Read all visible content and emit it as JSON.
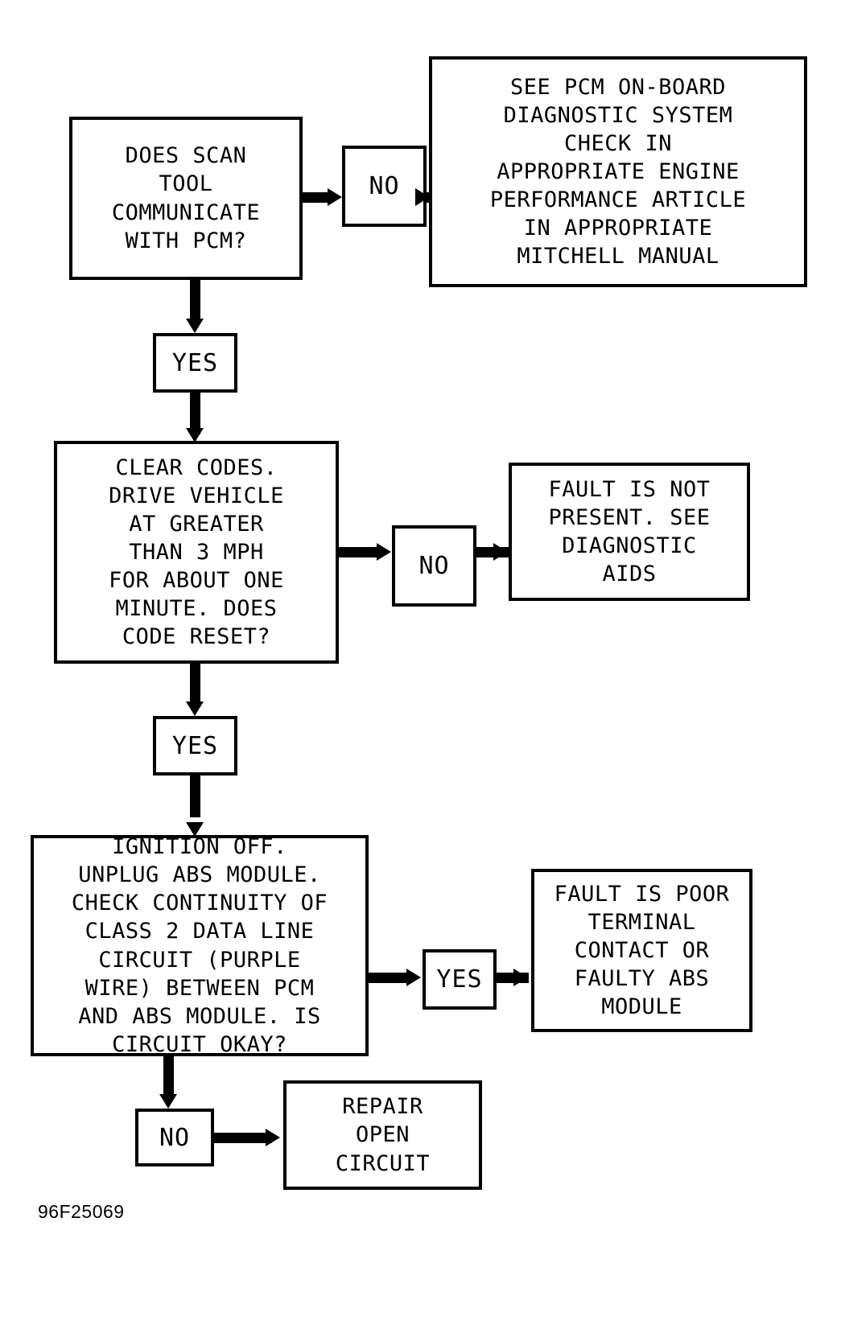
{
  "figure": {
    "id_label": "96F25069",
    "colors": {
      "ink": "#000000",
      "paper": "#ffffff"
    }
  },
  "nodes": {
    "q1": {
      "name": "does-scan-tool-communicate",
      "text": "DOES SCAN\nTOOL\nCOMMUNICATE\nWITH PCM?"
    },
    "q1_no": {
      "name": "no",
      "text": "NO"
    },
    "q1_no_result": {
      "name": "see-pcm-on-board-diagnostic-system-check",
      "text": "SEE PCM ON-BOARD\nDIAGNOSTIC SYSTEM\nCHECK IN\nAPPROPRIATE ENGINE\nPERFORMANCE ARTICLE\nIN APPROPRIATE\nMITCHELL MANUAL"
    },
    "q1_yes": {
      "name": "yes",
      "text": "YES"
    },
    "q2": {
      "name": "clear-codes-drive-vehicle",
      "text": "CLEAR CODES.\nDRIVE VEHICLE\nAT GREATER\nTHAN 3 MPH\nFOR ABOUT ONE\nMINUTE. DOES\nCODE RESET?"
    },
    "q2_no": {
      "name": "no",
      "text": "NO"
    },
    "q2_no_result": {
      "name": "fault-is-not-present-see-diagnostic-aids",
      "text": "FAULT IS NOT\nPRESENT. SEE\nDIAGNOSTIC\nAIDS"
    },
    "q2_yes": {
      "name": "yes",
      "text": "YES"
    },
    "q3": {
      "name": "ignition-off-check-continuity",
      "text": "IGNITION OFF.\nUNPLUG ABS MODULE.\nCHECK CONTINUITY OF\nCLASS 2 DATA LINE\nCIRCUIT (PURPLE\nWIRE) BETWEEN PCM\nAND ABS MODULE. IS\nCIRCUIT OKAY?"
    },
    "q3_yes": {
      "name": "yes",
      "text": "YES"
    },
    "q3_yes_result": {
      "name": "fault-is-poor-terminal-contact",
      "text": "FAULT IS POOR\nTERMINAL\nCONTACT OR\nFAULTY ABS\nMODULE"
    },
    "q3_no": {
      "name": "no",
      "text": "NO"
    },
    "q3_no_result": {
      "name": "repair-open-circuit",
      "text": "REPAIR\nOPEN\nCIRCUIT"
    }
  }
}
